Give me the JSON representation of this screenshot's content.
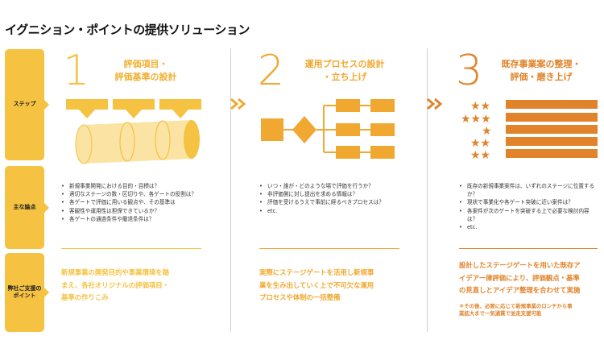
{
  "title": "イグニション・ポイントの提供ソリューション",
  "row_labels": {
    "step": "ステップ",
    "points": "主な論点",
    "support_line1": "弊社ご支援の",
    "support_line2": "ポイント"
  },
  "colors": {
    "yellow": "#f5c242",
    "amber": "#f0a830",
    "orange": "#e0832a"
  },
  "icons": [
    "cylinder-funnel-icon",
    "flowchart-icon",
    "star-rating-bars-icon",
    "double-chevron-right-icon"
  ],
  "columns": [
    {
      "number": "1",
      "heading_line1": "評価項目・",
      "heading_line2": "評価基準の設計",
      "bullets": [
        "新規事業開発における目的・目標は？",
        "適切なステージの数・区切りや、各ゲートの役割は？",
        "各ゲートで評価に用いる観点や、その基準は",
        "客観性や運用性は担保できているか？",
        "各ゲートの通過条件や撤退条件は？"
      ],
      "support_lines": [
        "新規事業の開発目的や事業環境を踏",
        "まえ、各社オリジナルの評価項目・",
        "基準の作りこみ"
      ]
    },
    {
      "number": "2",
      "heading_line1": "運用プロセスの設計",
      "heading_line2": "・立ち上げ",
      "bullets": [
        "いつ・誰が・どのような場で評価を行うか？",
        "非評価側に対し提出を求める情報は？",
        "評価を受けるうえで事前に経るべきプロセスは？",
        "etc."
      ],
      "support_lines": [
        "実際にステージゲートを活用し新規事",
        "業を生み出していく上で不可欠な運用",
        "プロセスや体制の一括整備"
      ]
    },
    {
      "number": "3",
      "heading_line1": "既存事業案の整理・",
      "heading_line2": "評価・磨き上げ",
      "bullets": [
        "既存の新規事業案件は、いずれのステージに位置するか？",
        "現状で事業化や各ゲート突破に近い案件は？",
        "各案件が次のゲートを突破する上で必要な検討内容は？",
        "etc."
      ],
      "support_lines": [
        "設計したステージゲートを用いた既存ア",
        "イデアー律評価により、評価観点・基準",
        "の見直しとアイデア整理を合わせて実施"
      ],
      "note_lines": [
        "＊その後、必要に応じて新規事業のロンチから事",
        "業拡大まで一気通貫で並走支援可能"
      ]
    }
  ]
}
